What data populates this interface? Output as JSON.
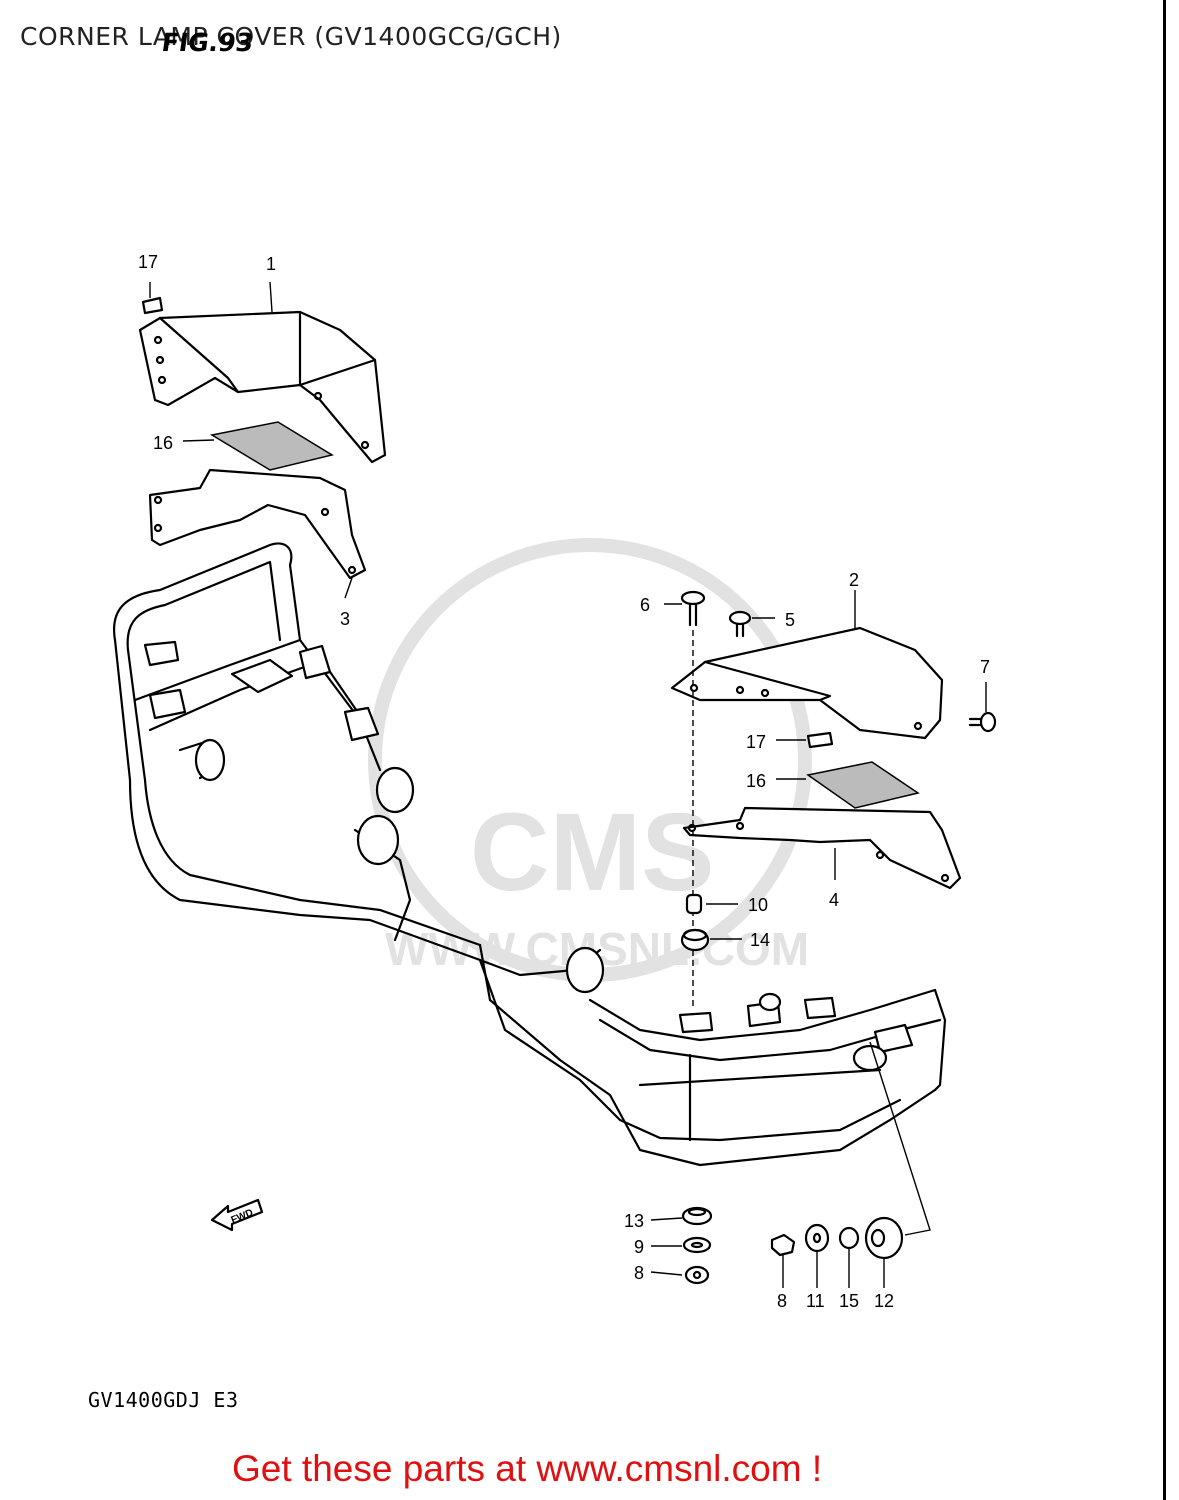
{
  "header": {
    "title": "CORNER LAMP COVER (GV1400GCG/GCH)",
    "figure": "FIG.93"
  },
  "footer": {
    "model_code": "GV1400GDJ  E3",
    "cta": "Get these parts at www.cmsnl.com !"
  },
  "watermark": {
    "brand": "CMS",
    "url": "WWW.CMSNL.COM"
  },
  "fwd_label": "FWD",
  "part_labels": {
    "p1": "1",
    "p2": "2",
    "p3": "3",
    "p4": "4",
    "p5": "5",
    "p6": "6",
    "p7": "7",
    "p8a": "8",
    "p8b": "8",
    "p9": "9",
    "p10": "10",
    "p11": "11",
    "p12": "12",
    "p13": "13",
    "p14": "14",
    "p15": "15",
    "p16a": "16",
    "p16b": "16",
    "p17a": "17",
    "p17b": "17"
  },
  "colors": {
    "cta": "#e01010",
    "line": "#000000",
    "watermark": "#e2e2e2"
  }
}
